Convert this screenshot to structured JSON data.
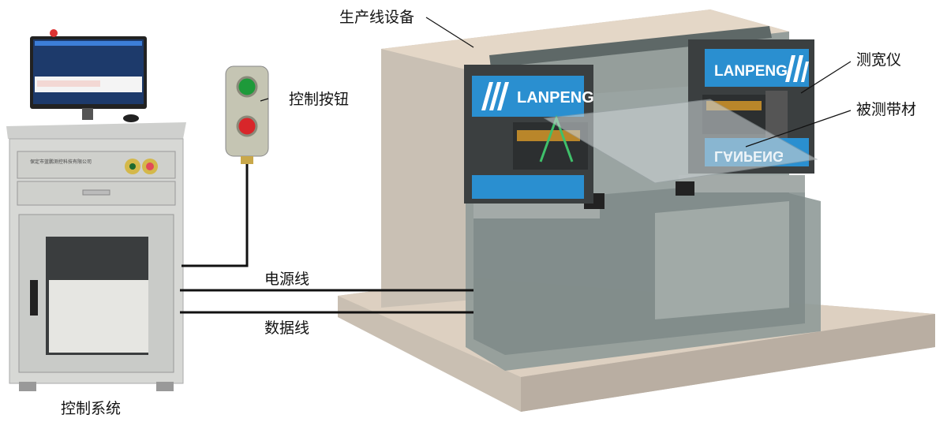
{
  "labels": {
    "production_line": "生产线设备",
    "control_button": "控制按钮",
    "width_gauge": "测宽仪",
    "measured_strip": "被测带材",
    "power_cable": "电源线",
    "data_cable": "数据线",
    "control_system": "控制系统"
  },
  "brand": {
    "left_head": "LANPENG",
    "right_head": "LANPENG",
    "reflection": "LANPENG"
  },
  "cabinet": {
    "company_plate": "保定市蓝鹏测控科技有限公司"
  },
  "colors": {
    "head_blue": "#2a8fd0",
    "machine_gray": "#8f9a98",
    "base_tan": "#d9c9b6",
    "button_green": "#1e9a3a",
    "button_red": "#d8262a"
  }
}
